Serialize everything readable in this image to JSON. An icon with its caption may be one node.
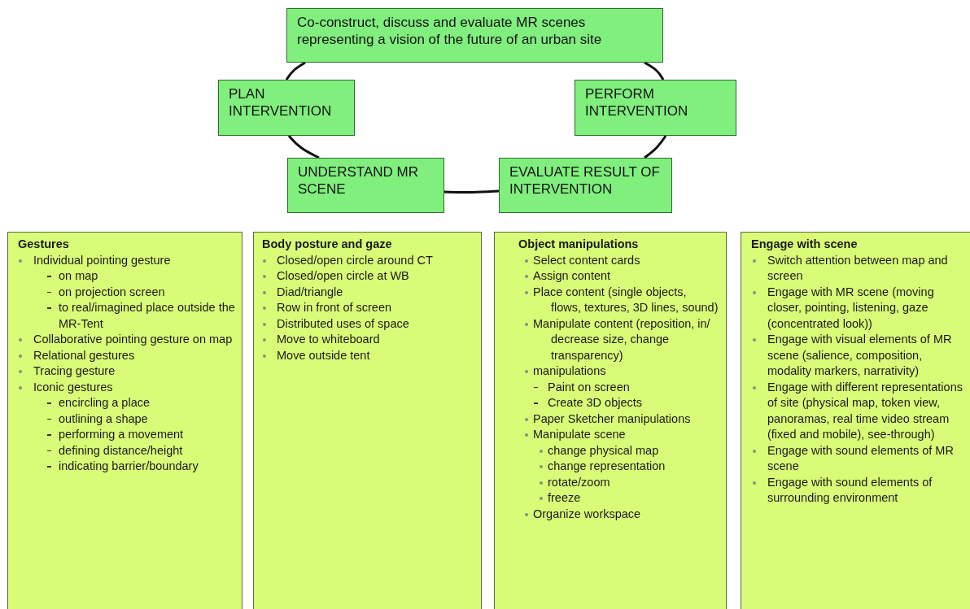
{
  "diagram": {
    "nodes": [
      {
        "text": [
          "Co-construct, discuss and evaluate MR scenes representing a vision of the future of an urban site"
        ]
      },
      {
        "text": [
          "PLAN INTERVENTION"
        ]
      },
      {
        "text": [
          "PERFORM INTERVENTION"
        ]
      },
      {
        "text": [
          "UNDERSTAND MR SCENE"
        ]
      },
      {
        "text": [
          "EVALUATE RESULT OF INTERVENTION"
        ]
      },
      {
        "text": [
          "Gestures",
          "Individual pointing gesture",
          "on map",
          "on projection screen",
          "to real/imagined place outside the MR-Tent",
          "Collaborative pointing gesture on map",
          "Relational gestures",
          "Tracing gesture",
          "Iconic gestures",
          "encircling a place",
          "outlining a shape",
          "performing a movement",
          "defining distance/height",
          "indicating barrier/boundary"
        ]
      },
      {
        "text": [
          "Body posture and gaze",
          "Closed/open circle around CT",
          "Closed/open circle at WB",
          "Diad/triangle",
          "Row in front of screen",
          "Distributed uses of space",
          "Move to whiteboard",
          "Move outside tent"
        ]
      },
      {
        "text": [
          "Object manipulations",
          "Select content cards",
          "Assign content",
          "Place content (single objects, flows, textures, 3D lines, sound)",
          "Manipulate content (reposition, in/ decrease size, change transparency)",
          "manipulations",
          "Paint on screen",
          "Create 3D objects",
          "Paper Sketcher manipulations",
          "Manipulate scene",
          "change physical map",
          "change representation",
          "rotate/zoom",
          "freeze",
          "Organize workspace"
        ]
      },
      {
        "text": [
          "Engage with scene",
          "Switch attention between map and screen",
          "Engage with MR scene (moving closer, pointing, listening, gaze (concentrated look))",
          "Engage with visual elements of MR scene (salience, composition, modality markers, narrativity)",
          "Engage with different representations of site (physical map, token view, panoramas, real time video stream (fixed and mobile), see-through)",
          "Engage with sound elements of MR scene",
          "Engage with sound elements of surrounding environment"
        ]
      }
    ],
    "edges": [
      {
        "from": 0,
        "to": 1,
        "arrow": "none"
      },
      {
        "from": 1,
        "to": 3,
        "arrow": "none"
      },
      {
        "from": 3,
        "to": 4,
        "arrow": "none"
      },
      {
        "from": 4,
        "to": 2,
        "arrow": "none"
      },
      {
        "from": 2,
        "to": 0,
        "arrow": "none"
      }
    ]
  }
}
